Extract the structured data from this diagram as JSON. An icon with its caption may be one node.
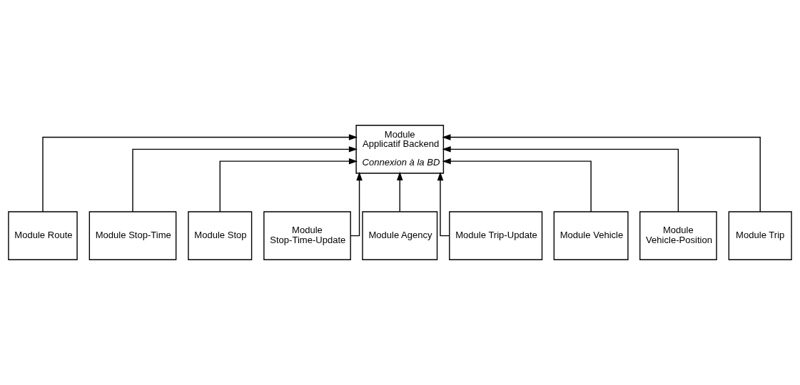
{
  "diagram": {
    "nodes": [
      {
        "text": [
          "Module Applicatif Backend",
          "Connexion à la BD"
        ]
      },
      {
        "text": [
          "Module Route"
        ]
      },
      {
        "text": [
          "Module Stop-Time"
        ]
      },
      {
        "text": [
          "Module Stop"
        ]
      },
      {
        "text": [
          "Module Stop-Time-Update"
        ]
      },
      {
        "text": [
          "Module Agency"
        ]
      },
      {
        "text": [
          "Module Trip-Update"
        ]
      },
      {
        "text": [
          "Module Vehicle"
        ]
      },
      {
        "text": [
          "Module Vehicle-Position"
        ]
      },
      {
        "text": [
          "Module Trip"
        ]
      }
    ],
    "edges": [
      {
        "from": 1,
        "to": 0,
        "arrow": "to"
      },
      {
        "from": 2,
        "to": 0,
        "arrow": "to"
      },
      {
        "from": 3,
        "to": 0,
        "arrow": "to"
      },
      {
        "from": 4,
        "to": 0,
        "arrow": "to"
      },
      {
        "from": 5,
        "to": 0,
        "arrow": "to"
      },
      {
        "from": 6,
        "to": 0,
        "arrow": "to"
      },
      {
        "from": 7,
        "to": 0,
        "arrow": "to"
      },
      {
        "from": 8,
        "to": 0,
        "arrow": "to"
      },
      {
        "from": 9,
        "to": 0,
        "arrow": "to"
      }
    ]
  }
}
